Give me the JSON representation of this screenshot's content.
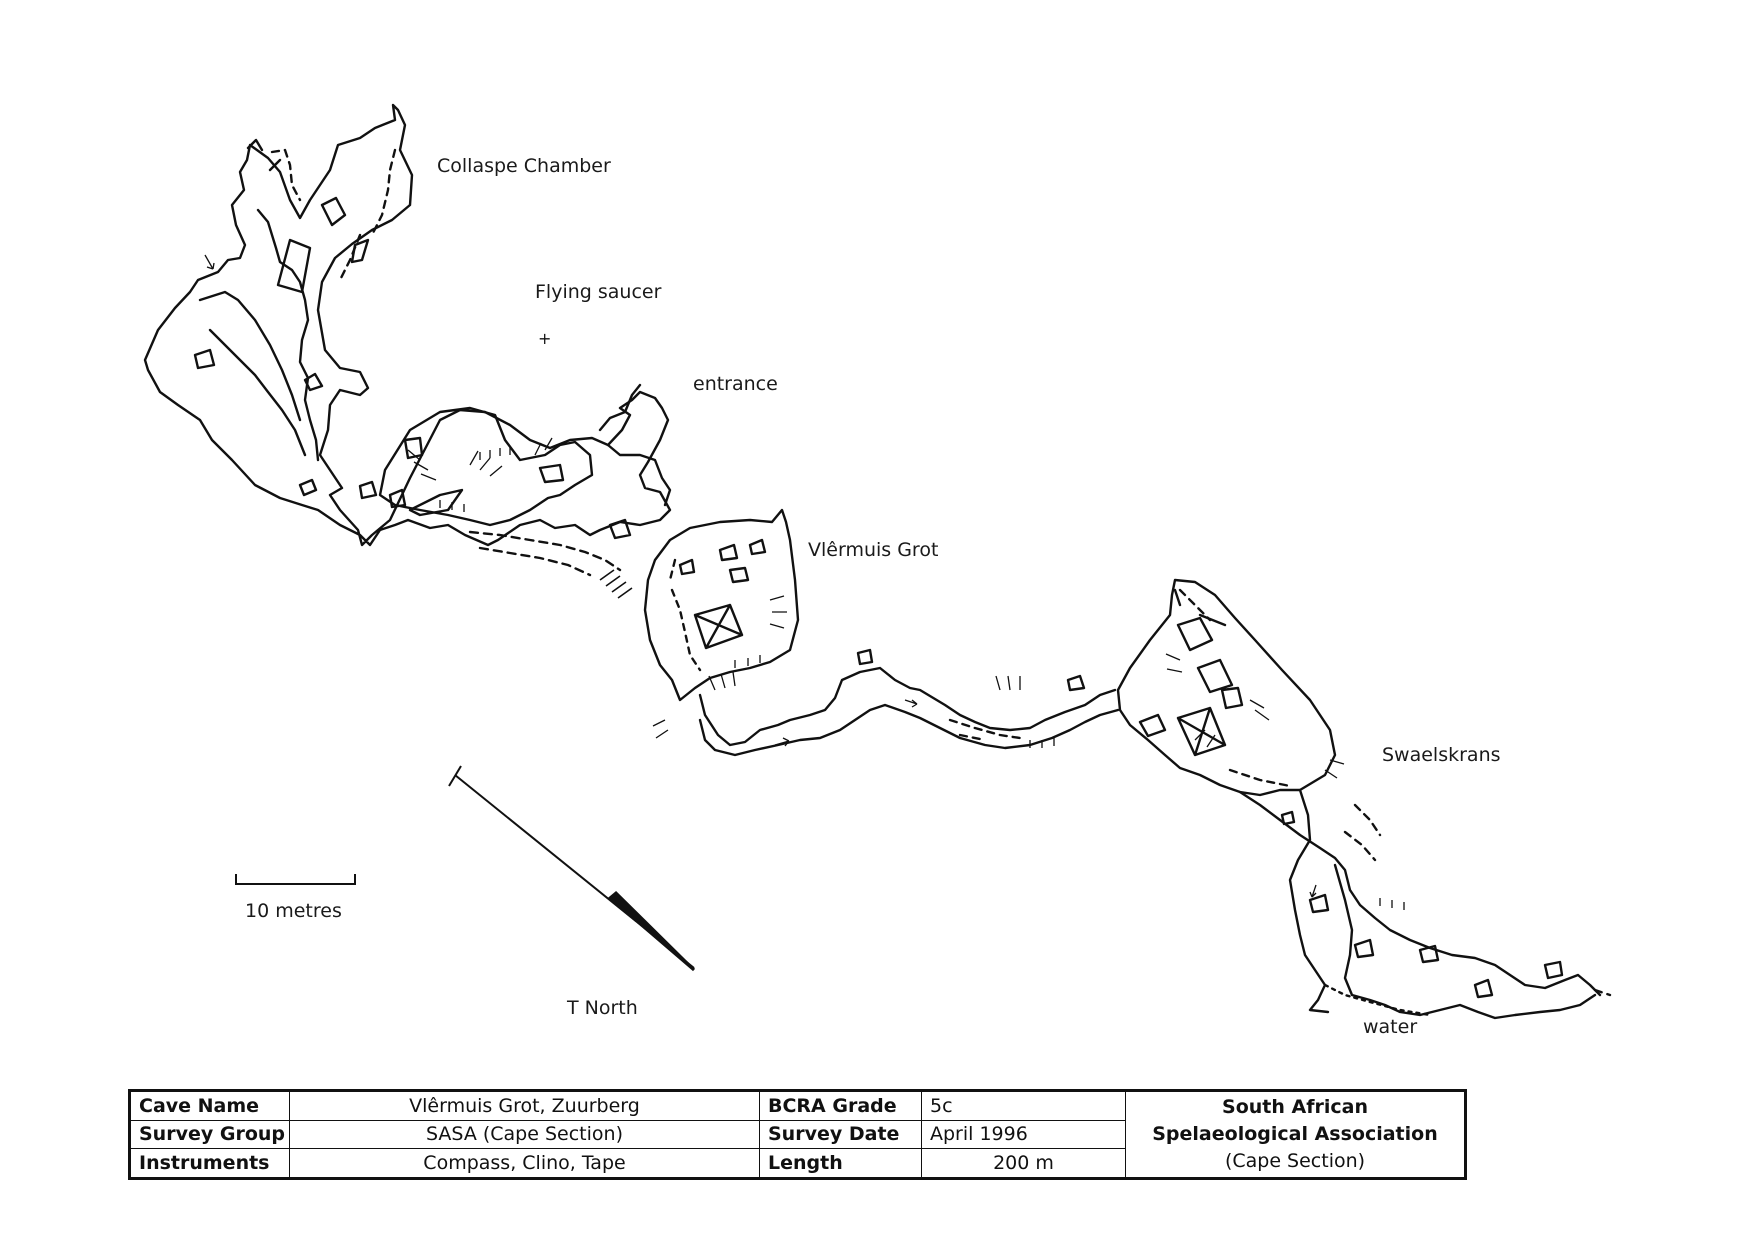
{
  "labels": {
    "collapse_chamber": "Collaspe Chamber",
    "flying_saucer": "Flying saucer",
    "entrance": "entrance",
    "vlermuis_grot": "Vlêrmuis Grot",
    "swaelskrans": "Swaelskrans",
    "water": "water",
    "scale_bar": "10 metres",
    "north_arrow": "T North"
  },
  "survey": {
    "cave_name_label": "Cave Name",
    "cave_name": "Vlêrmuis Grot, Zuurberg",
    "survey_group_label": "Survey Group",
    "survey_group": "SASA (Cape Section)",
    "instruments_label": "Instruments",
    "instruments": "Compass, Clino, Tape",
    "bcra_grade_label": "BCRA Grade",
    "bcra_grade": "5c",
    "survey_date_label": "Survey Date",
    "survey_date": "April 1996",
    "length_label": "Length",
    "length": "200 m",
    "org_line1": "South African",
    "org_line2": "Spelaeological Association",
    "org_line3": "(Cape Section)"
  },
  "colors": {
    "ink": "#111111",
    "paper": "#ffffff"
  }
}
